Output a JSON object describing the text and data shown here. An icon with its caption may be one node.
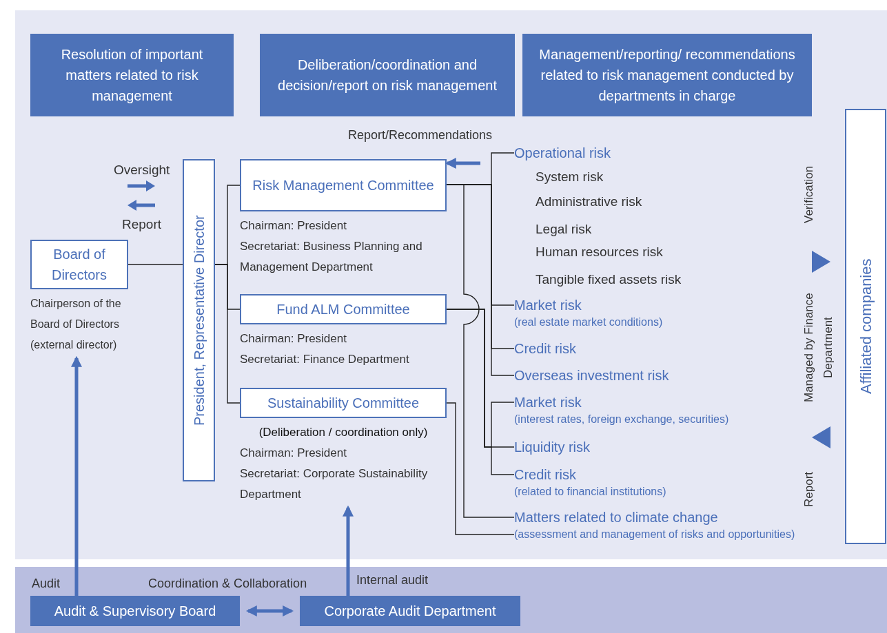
{
  "diagram": {
    "nodes": [
      {
        "text": [
          "Resolution of important matters related to risk management"
        ]
      },
      {
        "text": [
          "Deliberation/coordination and decision/report on risk management"
        ]
      },
      {
        "text": [
          "Management/reporting/ recommendations related to risk management conducted by departments in charge"
        ]
      },
      {
        "text": [
          "Board of Directors"
        ],
        "beside": [
          "Chairperson of the Board of Directors (external director)"
        ]
      },
      {
        "text": [
          "President, Representative Director"
        ]
      },
      {
        "text": [
          "Risk Management Committee"
        ],
        "beside": [
          "Chairman: President",
          "Secretariat: Business Planning and Management Department"
        ]
      },
      {
        "text": [
          "Fund ALM Committee"
        ],
        "beside": [
          "Chairman: President",
          "Secretariat: Finance Department"
        ]
      },
      {
        "text": [
          "Sustainability Committee"
        ],
        "beside": [
          "(Deliberation / coordination only)",
          "Chairman: President",
          "Secretariat: Corporate Sustainability Department"
        ]
      },
      {
        "text": [
          "Affiliated companies"
        ]
      },
      {
        "text": [
          "Operational risk"
        ]
      },
      {
        "text": [
          "Market risk",
          "(real estate market conditions)"
        ]
      },
      {
        "text": [
          "Credit risk"
        ]
      },
      {
        "text": [
          "Overseas investment risk"
        ]
      },
      {
        "text": [
          "Market risk",
          "(interest rates, foreign exchange, securities)"
        ]
      },
      {
        "text": [
          "Liquidity risk"
        ]
      },
      {
        "text": [
          "Credit risk",
          "(related to financial institutions)"
        ]
      },
      {
        "text": [
          "Matters related to climate change",
          "(assessment and management of risks and opportunities)"
        ]
      },
      {
        "text": [
          "Audit & Supervisory Board"
        ]
      },
      {
        "text": [
          "Corporate Audit Department"
        ]
      }
    ],
    "edges": [
      {
        "from": 3,
        "to": 4,
        "arrow": "none"
      },
      {
        "from": 4,
        "to": 5,
        "arrow": "none"
      },
      {
        "from": 4,
        "to": 6,
        "arrow": "none"
      },
      {
        "from": 4,
        "to": 7,
        "arrow": "none"
      },
      {
        "from": null,
        "to": 5,
        "arrow": "to",
        "label": "Report/Recommendations",
        "style": "thick",
        "color": "#4a6fb9"
      },
      {
        "from": 5,
        "to": 9,
        "arrow": "none"
      },
      {
        "from": 5,
        "to": 10,
        "arrow": "none"
      },
      {
        "from": 5,
        "to": 11,
        "arrow": "none"
      },
      {
        "from": 5,
        "to": 12,
        "arrow": "none"
      },
      {
        "from": 5,
        "to": 16,
        "arrow": "none"
      },
      {
        "from": 6,
        "to": 13,
        "arrow": "none"
      },
      {
        "from": 6,
        "to": 14,
        "arrow": "none"
      },
      {
        "from": 6,
        "to": 15,
        "arrow": "none"
      },
      {
        "from": 7,
        "to": 16,
        "arrow": "none"
      },
      {
        "from": 17,
        "to": 3,
        "arrow": "to",
        "label": "Audit",
        "style": "thick",
        "color": "#4a6fb9"
      },
      {
        "from": 18,
        "to": 7,
        "arrow": "to",
        "label": "Internal audit",
        "style": "thick",
        "color": "#4a6fb9"
      },
      {
        "from": 17,
        "to": 18,
        "arrow": "both",
        "label": "Coordination & Collaboration",
        "style": "thick",
        "color": "#4a6fb9"
      }
    ],
    "labels": [
      "Oversight",
      "Report",
      "System risk",
      "Administrative risk",
      "Legal risk",
      "Human resources risk",
      "Tangible fixed assets risk",
      "Verification",
      "Managed by Finance Department",
      "Report"
    ]
  }
}
